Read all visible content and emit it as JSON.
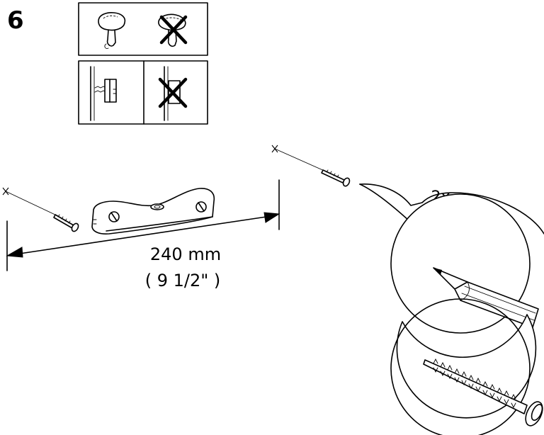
{
  "step": {
    "number": "6"
  },
  "dimension": {
    "metric": "240 mm",
    "imperial": "( 9 1/2\" )"
  },
  "callout": {
    "quantity": "2x"
  },
  "icons": {
    "correct_knob": "knob-correct-icon",
    "wrong_knob": "knob-wrong-icon",
    "correct_mount": "mount-correct-icon",
    "wrong_mount": "mount-wrong-icon",
    "level": "spirit-level-icon",
    "pencil": "pencil-icon",
    "screw": "screw-icon"
  }
}
